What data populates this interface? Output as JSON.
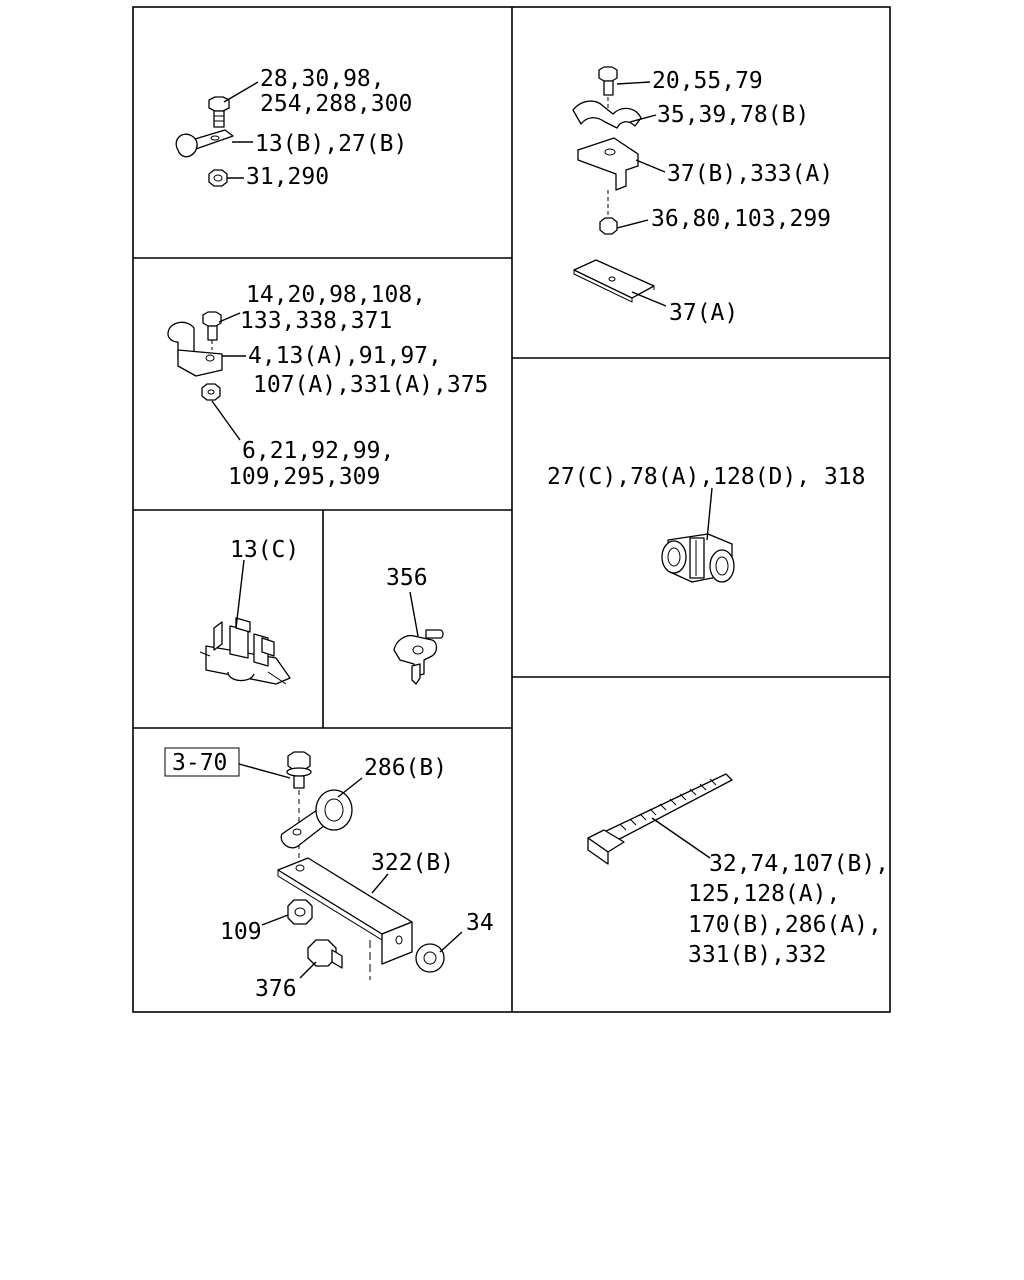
{
  "panels": {
    "p1": {
      "lines": [
        "28,30,98,",
        "254,288,300",
        "13(B),27(B)",
        "31,290"
      ]
    },
    "p2": {
      "lines": [
        "20,55,79",
        "35,39,78(B)",
        "37(B),333(A)",
        "36,80,103,299",
        "37(A)"
      ]
    },
    "p3": {
      "lines": [
        "14,20,98,108,",
        "133,338,371",
        "4,13(A),91,97,",
        "107(A),331(A),375",
        "6,21,92,99,",
        "109,295,309"
      ]
    },
    "p4": {
      "lines": [
        "27(C),78(A),128(D), 318"
      ]
    },
    "p5": {
      "lines": [
        "13(C)"
      ]
    },
    "p6": {
      "lines": [
        "356"
      ]
    },
    "p7": {
      "lines": [
        "3-70",
        "286(B)",
        "322(B)",
        "109",
        "34",
        "376"
      ]
    },
    "p8": {
      "lines": [
        "32,74,107(B),",
        "125,128(A),",
        "170(B),286(A),",
        "331(B),332"
      ]
    }
  }
}
